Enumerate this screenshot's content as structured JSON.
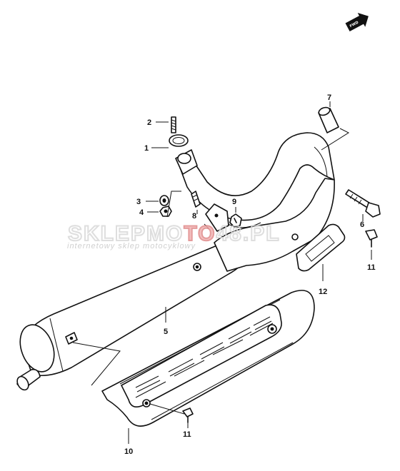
{
  "watermark": {
    "brand_left": "SKLEPMO",
    "brand_accent": "TO",
    "brand_right": "48.PL",
    "tagline": "internetowy sklep motocyklowy"
  },
  "direction_indicator": {
    "text": "FWD"
  },
  "part_labels": [
    {
      "id": "1",
      "text": "1"
    },
    {
      "id": "2",
      "text": "2"
    },
    {
      "id": "3",
      "text": "3"
    },
    {
      "id": "4",
      "text": "4"
    },
    {
      "id": "5",
      "text": "5"
    },
    {
      "id": "6",
      "text": "6"
    },
    {
      "id": "7",
      "text": "7"
    },
    {
      "id": "8",
      "text": "8"
    },
    {
      "id": "9",
      "text": "9"
    },
    {
      "id": "10",
      "text": "10"
    },
    {
      "id": "11a",
      "text": "11"
    },
    {
      "id": "11b",
      "text": "11"
    },
    {
      "id": "12",
      "text": "12"
    }
  ],
  "colors": {
    "line": "#111111",
    "background": "#ffffff",
    "watermark_accent": "#e08a8a"
  }
}
